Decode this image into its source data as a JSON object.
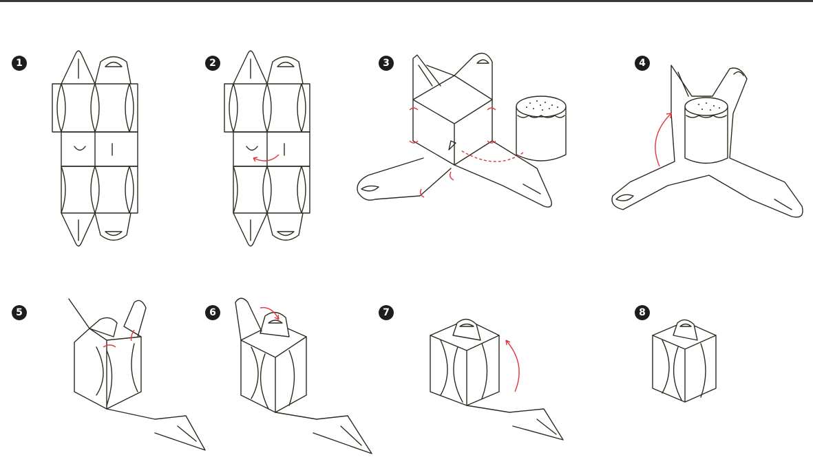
{
  "steps": [
    {
      "number": "1"
    },
    {
      "number": "2"
    },
    {
      "number": "3"
    },
    {
      "number": "4"
    },
    {
      "number": "5"
    },
    {
      "number": "6"
    },
    {
      "number": "7"
    },
    {
      "number": "8"
    }
  ],
  "colors": {
    "line": "#2b2a1e",
    "arrow": "#e0363c",
    "badge": "#1d1d1b"
  }
}
